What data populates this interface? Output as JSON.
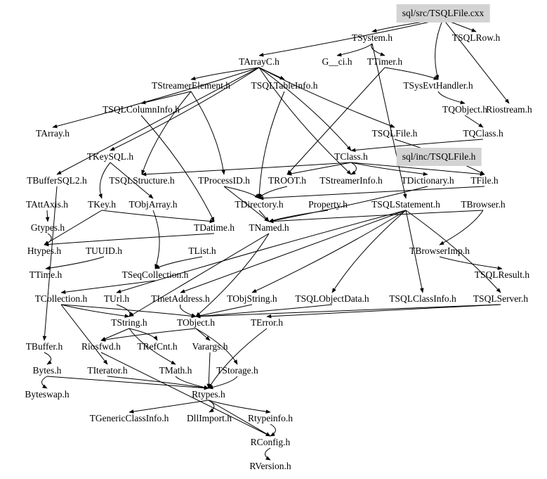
{
  "graph": {
    "highlight_color": "#d3d3d3",
    "edge_color": "#000000",
    "nodes": [
      {
        "id": "cxx",
        "label": "sql/src/TSQLFile.cxx",
        "highlight": true
      },
      {
        "id": "TSystem",
        "label": "TSystem.h"
      },
      {
        "id": "TSQLRow",
        "label": "TSQLRow.h"
      },
      {
        "id": "TArrayC",
        "label": "TArrayC.h"
      },
      {
        "id": "G__ci",
        "label": "G__ci.h"
      },
      {
        "id": "TTimer",
        "label": "TTimer.h"
      },
      {
        "id": "TStreamerElement",
        "label": "TStreamerElement.h"
      },
      {
        "id": "TSQLTableInfo",
        "label": "TSQLTableInfo.h"
      },
      {
        "id": "TSysEvtHandler",
        "label": "TSysEvtHandler.h"
      },
      {
        "id": "TSQLColumnInfo",
        "label": "TSQLColumnInfo.h"
      },
      {
        "id": "TQObject",
        "label": "TQObject.h"
      },
      {
        "id": "Riostream",
        "label": "Riostream.h"
      },
      {
        "id": "TArray",
        "label": "TArray.h"
      },
      {
        "id": "TSQLFile",
        "label": "TSQLFile.h"
      },
      {
        "id": "TQClass",
        "label": "TQClass.h"
      },
      {
        "id": "TKeySQL",
        "label": "TKeySQL.h"
      },
      {
        "id": "TClass",
        "label": "TClass.h"
      },
      {
        "id": "incTSQLFile",
        "label": "sql/inc/TSQLFile.h",
        "highlight": true
      },
      {
        "id": "TBufferSQL2",
        "label": "TBufferSQL2.h"
      },
      {
        "id": "TSQLStructure",
        "label": "TSQLStructure.h"
      },
      {
        "id": "TProcessID",
        "label": "TProcessID.h"
      },
      {
        "id": "TROOT",
        "label": "TROOT.h"
      },
      {
        "id": "TStreamerInfo",
        "label": "TStreamerInfo.h"
      },
      {
        "id": "TDictionary",
        "label": "TDictionary.h"
      },
      {
        "id": "TFile",
        "label": "TFile.h"
      },
      {
        "id": "TAttAxis",
        "label": "TAttAxis.h"
      },
      {
        "id": "TKey",
        "label": "TKey.h"
      },
      {
        "id": "TObjArray",
        "label": "TObjArray.h"
      },
      {
        "id": "TDirectory",
        "label": "TDirectory.h"
      },
      {
        "id": "Property",
        "label": "Property.h"
      },
      {
        "id": "TSQLStatement",
        "label": "TSQLStatement.h"
      },
      {
        "id": "TBrowser",
        "label": "TBrowser.h"
      },
      {
        "id": "Gtypes",
        "label": "Gtypes.h"
      },
      {
        "id": "TDatime",
        "label": "TDatime.h"
      },
      {
        "id": "TNamed",
        "label": "TNamed.h"
      },
      {
        "id": "Htypes",
        "label": "Htypes.h"
      },
      {
        "id": "TUUID",
        "label": "TUUID.h"
      },
      {
        "id": "TList",
        "label": "TList.h"
      },
      {
        "id": "TBrowserImp",
        "label": "TBrowserImp.h"
      },
      {
        "id": "TTime",
        "label": "TTime.h"
      },
      {
        "id": "TSeqCollection",
        "label": "TSeqCollection.h"
      },
      {
        "id": "TSQLResult",
        "label": "TSQLResult.h"
      },
      {
        "id": "TCollection",
        "label": "TCollection.h"
      },
      {
        "id": "TUrl",
        "label": "TUrl.h"
      },
      {
        "id": "TInetAddress",
        "label": "TInetAddress.h"
      },
      {
        "id": "TObjString",
        "label": "TObjString.h"
      },
      {
        "id": "TSQLObjectData",
        "label": "TSQLObjectData.h"
      },
      {
        "id": "TSQLClassInfo",
        "label": "TSQLClassInfo.h"
      },
      {
        "id": "TSQLServer",
        "label": "TSQLServer.h"
      },
      {
        "id": "TString",
        "label": "TString.h"
      },
      {
        "id": "TObject",
        "label": "TObject.h"
      },
      {
        "id": "TError",
        "label": "TError.h"
      },
      {
        "id": "TBuffer",
        "label": "TBuffer.h"
      },
      {
        "id": "Riosfwd",
        "label": "Riosfwd.h"
      },
      {
        "id": "TRefCnt",
        "label": "TRefCnt.h"
      },
      {
        "id": "Varargs",
        "label": "Varargs.h"
      },
      {
        "id": "Bytes",
        "label": "Bytes.h"
      },
      {
        "id": "TIterator",
        "label": "TIterator.h"
      },
      {
        "id": "TMath",
        "label": "TMath.h"
      },
      {
        "id": "TStorage",
        "label": "TStorage.h"
      },
      {
        "id": "Byteswap",
        "label": "Byteswap.h"
      },
      {
        "id": "Rtypes",
        "label": "Rtypes.h"
      },
      {
        "id": "TGenericClassInfo",
        "label": "TGenericClassInfo.h"
      },
      {
        "id": "DllImport",
        "label": "DllImport.h"
      },
      {
        "id": "Rtypeinfo",
        "label": "Rtypeinfo.h"
      },
      {
        "id": "RConfig",
        "label": "RConfig.h"
      },
      {
        "id": "RVersion",
        "label": "RVersion.h"
      }
    ],
    "edges": [
      [
        "cxx",
        "TSystem"
      ],
      [
        "cxx",
        "TSQLRow"
      ],
      [
        "cxx",
        "TArrayC"
      ],
      [
        "cxx",
        "TSysEvtHandler"
      ],
      [
        "cxx",
        "Riostream"
      ],
      [
        "TSystem",
        "G__ci"
      ],
      [
        "TSystem",
        "TTimer"
      ],
      [
        "TSystem",
        "TSQLStatement"
      ],
      [
        "TArrayC",
        "TArray"
      ],
      [
        "TArrayC",
        "TStreamerElement"
      ],
      [
        "TArrayC",
        "TSQLTableInfo"
      ],
      [
        "TArrayC",
        "TClass"
      ],
      [
        "TArrayC",
        "TSQLFile"
      ],
      [
        "TArrayC",
        "TBufferSQL2"
      ],
      [
        "TArrayC",
        "TKeySQL"
      ],
      [
        "TArrayC",
        "TStreamerInfo"
      ],
      [
        "TStreamerElement",
        "TSQLColumnInfo"
      ],
      [
        "TStreamerElement",
        "TProcessID"
      ],
      [
        "TStreamerElement",
        "TSQLStructure"
      ],
      [
        "TTimer",
        "TROOT"
      ],
      [
        "TTimer",
        "TSysEvtHandler"
      ],
      [
        "TSysEvtHandler",
        "TQObject"
      ],
      [
        "TQObject",
        "TQClass"
      ],
      [
        "TSQLFile",
        "TFile"
      ],
      [
        "TQClass",
        "TClass"
      ],
      [
        "TClass",
        "TROOT"
      ],
      [
        "TClass",
        "TStreamerInfo"
      ],
      [
        "TClass",
        "TDictionary"
      ],
      [
        "TClass",
        "TFile"
      ],
      [
        "TClass",
        "TSQLStructure"
      ],
      [
        "TKeySQL",
        "TKey"
      ],
      [
        "TKeySQL",
        "TObjArray"
      ],
      [
        "TSQLColumnInfo",
        "TDatime"
      ],
      [
        "TSQLTableInfo",
        "TDirectory"
      ],
      [
        "TProcessID",
        "TNamed"
      ],
      [
        "TProcessID",
        "TDirectory"
      ],
      [
        "TROOT",
        "TDirectory"
      ],
      [
        "TDirectory",
        "TNamed"
      ],
      [
        "TDictionary",
        "TNamed"
      ],
      [
        "Property",
        "TNamed"
      ],
      [
        "TFile",
        "TDirectory"
      ],
      [
        "TBrowser",
        "TBrowserImp"
      ],
      [
        "TBrowser",
        "TNamed"
      ],
      [
        "TAttAxis",
        "Gtypes"
      ],
      [
        "Gtypes",
        "Htypes"
      ],
      [
        "TKey",
        "TDatime"
      ],
      [
        "TKey",
        "Htypes"
      ],
      [
        "TObjArray",
        "TSeqCollection"
      ],
      [
        "TDatime",
        "Htypes"
      ],
      [
        "TNamed",
        "TString"
      ],
      [
        "TNamed",
        "TObject"
      ],
      [
        "TList",
        "TSeqCollection"
      ],
      [
        "TSeqCollection",
        "TCollection"
      ],
      [
        "TCollection",
        "TObject"
      ],
      [
        "TCollection",
        "TString"
      ],
      [
        "TCollection",
        "TIterator"
      ],
      [
        "TUUID",
        "TTime"
      ],
      [
        "TSQLStatement",
        "TUrl"
      ],
      [
        "TSQLStatement",
        "TInetAddress"
      ],
      [
        "TSQLStatement",
        "TObjString"
      ],
      [
        "TSQLStatement",
        "TSQLObjectData"
      ],
      [
        "TSQLStatement",
        "TSQLClassInfo"
      ],
      [
        "TSQLStatement",
        "TSQLServer"
      ],
      [
        "TBrowserImp",
        "TSQLResult"
      ],
      [
        "TSQLServer",
        "TError"
      ],
      [
        "TUrl",
        "TString"
      ],
      [
        "TInetAddress",
        "TObject"
      ],
      [
        "TObjString",
        "TObject"
      ],
      [
        "TSQLObjectData",
        "TObject"
      ],
      [
        "TSQLServer",
        "TObject"
      ],
      [
        "TString",
        "Riosfwd"
      ],
      [
        "TString",
        "TRefCnt"
      ],
      [
        "TString",
        "TMath"
      ],
      [
        "TObject",
        "Varargs"
      ],
      [
        "TObject",
        "TStorage"
      ],
      [
        "TObject",
        "Riosfwd"
      ],
      [
        "TBufferSQL2",
        "TBuffer"
      ],
      [
        "TBuffer",
        "Bytes"
      ],
      [
        "Bytes",
        "Byteswap"
      ],
      [
        "Bytes",
        "Rtypes"
      ],
      [
        "TIterator",
        "Rtypes"
      ],
      [
        "TMath",
        "Rtypes"
      ],
      [
        "Varargs",
        "Rtypes"
      ],
      [
        "TStorage",
        "Rtypes"
      ],
      [
        "TError",
        "Rtypes"
      ],
      [
        "Rtypes",
        "TGenericClassInfo"
      ],
      [
        "Rtypes",
        "DllImport"
      ],
      [
        "Rtypes",
        "Rtypeinfo"
      ],
      [
        "Rtypes",
        "RConfig"
      ],
      [
        "Rtypeinfo",
        "RConfig"
      ],
      [
        "RConfig",
        "RVersion"
      ],
      [
        "Riosfwd",
        "RConfig"
      ]
    ]
  }
}
